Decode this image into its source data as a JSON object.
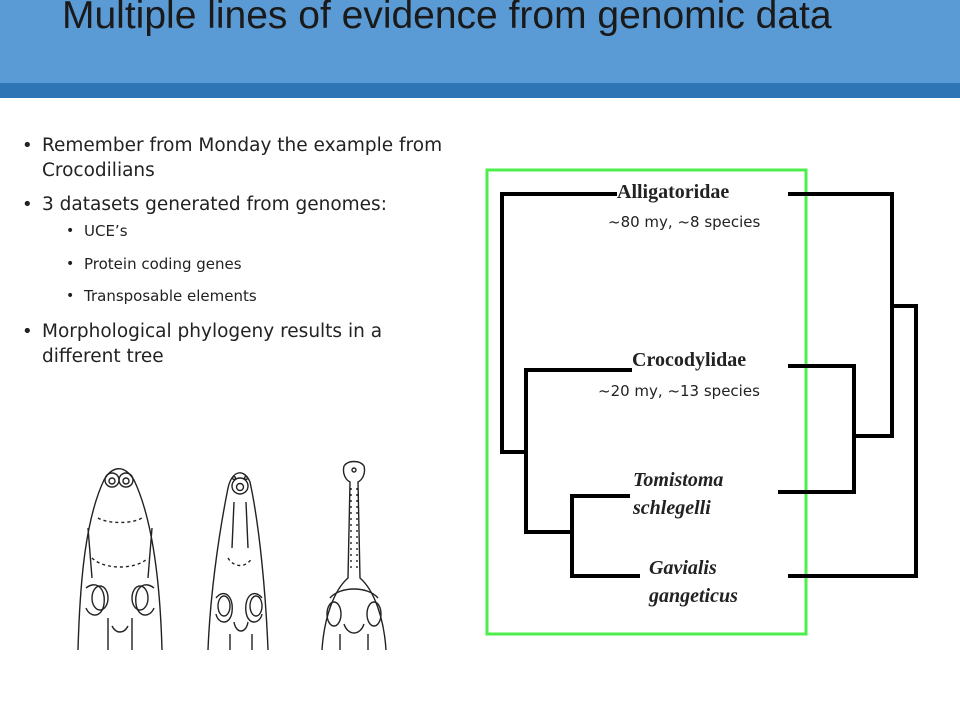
{
  "title": "Multiple lines of evidence from genomic data",
  "bullets": [
    {
      "text": "Remember from Monday the example from Crocodilians"
    },
    {
      "text": "3 datasets generated from genomes:",
      "subitems": [
        "UCE’s",
        "Protein coding genes",
        "Transposable elements"
      ]
    },
    {
      "text": "Morphological phylogeny results in a different tree"
    }
  ],
  "tree": {
    "taxa": [
      {
        "name": "Alligatoridae",
        "note": "~80 my, ~8 species"
      },
      {
        "name": "Crocodylidae",
        "note": "~20 my, ~13 species"
      },
      {
        "name_line1": "Tomistoma",
        "name_line2": "schlegelli"
      },
      {
        "name_line1": "Gavialis",
        "name_line2": "gangeticus"
      }
    ],
    "highlight_color": "#4ced4c"
  },
  "skulls": {
    "icon": "crocodilian-skull-drawings"
  }
}
